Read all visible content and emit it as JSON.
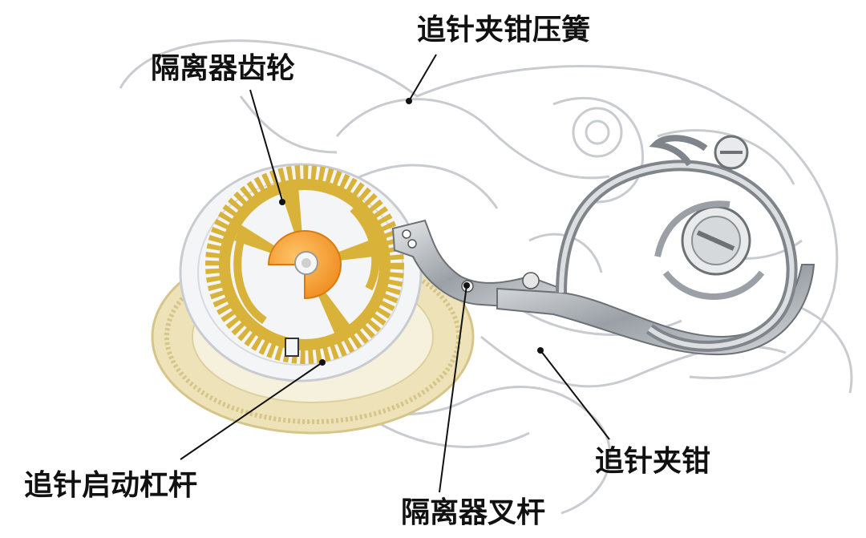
{
  "labels": {
    "isolator_gear": "隔离器齿轮",
    "clamp_spring": "追针夹钳压簧",
    "start_lever": "追针启动杠杆",
    "isolator_fork": "隔离器叉杆",
    "clamp": "追针夹钳"
  },
  "colors": {
    "gold_gear": "#d9b23a",
    "orange_disc": "#f39a2b",
    "steel": "#9aa0a6",
    "ghost_line": "#c8ccd0",
    "brass_wheel": "#eee3b8",
    "leader": "#111111"
  }
}
